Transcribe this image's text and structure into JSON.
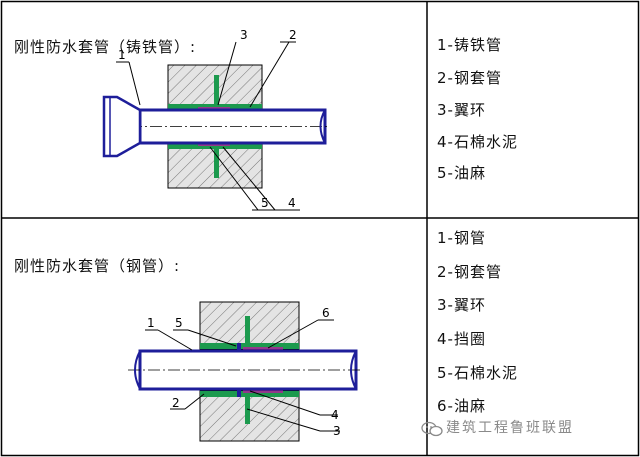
{
  "rows": [
    {
      "title": "刚性防水套管（铸铁管）:",
      "legend": [
        "1-铸铁管",
        "2-钢套管",
        "3-翼环",
        "4-石棉水泥",
        "5-油麻"
      ],
      "callouts": [
        "1",
        "2",
        "3",
        "4",
        "5"
      ]
    },
    {
      "title": "刚性防水套管（钢管）:",
      "legend": [
        "1-钢管",
        "2-钢套管",
        "3-翼环",
        "4-挡圈",
        "5-石棉水泥",
        "6-油麻"
      ],
      "callouts": [
        "1",
        "5",
        "6",
        "2",
        "4",
        "3"
      ]
    }
  ],
  "watermark": "建筑工程鲁班联盟",
  "colors": {
    "pipe": "#1e1e9a",
    "sleeve": "#1c9a4e",
    "packing": "#b0209a",
    "wall": "#dcdcdc",
    "line": "#000000"
  }
}
